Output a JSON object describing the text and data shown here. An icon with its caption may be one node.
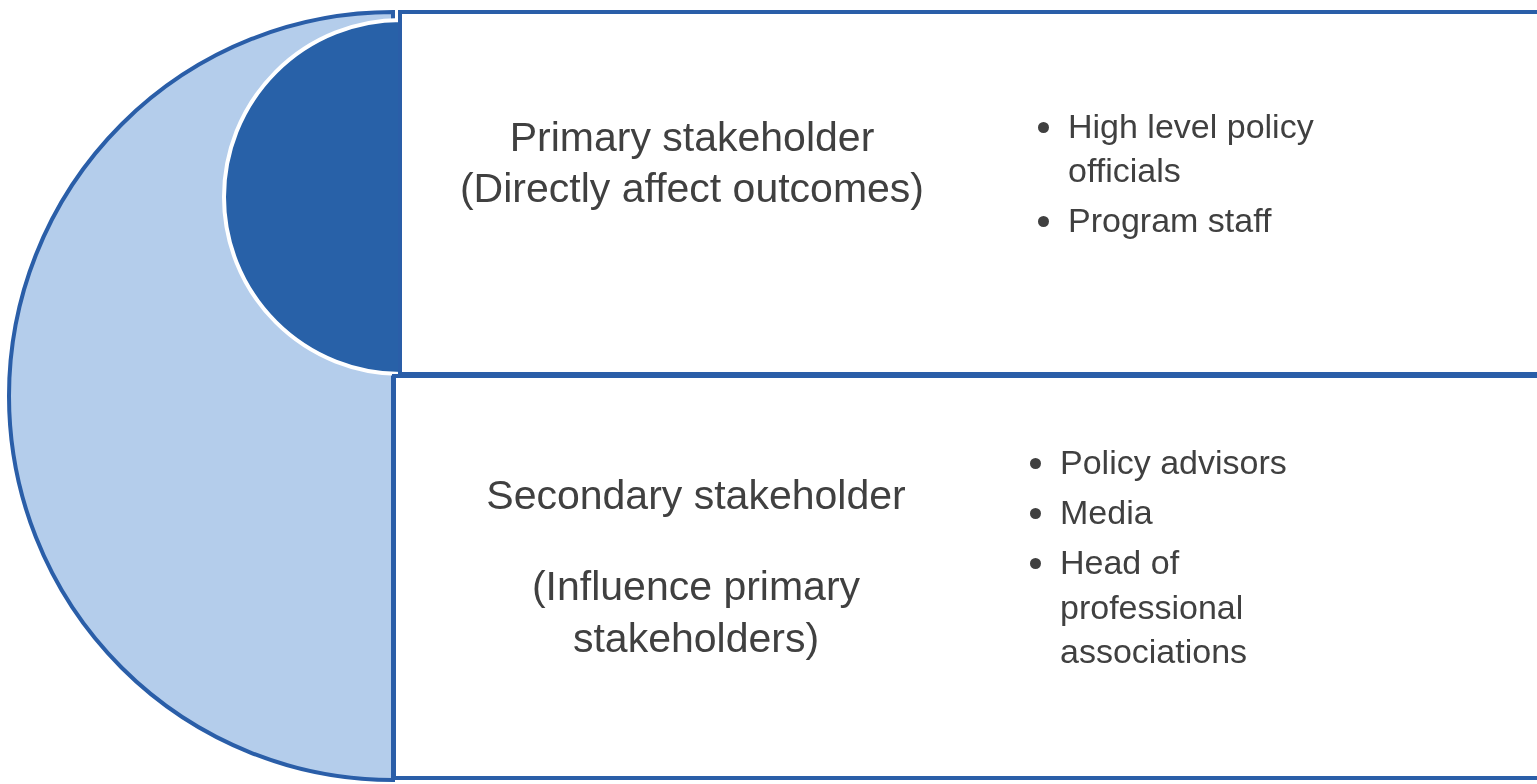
{
  "diagram": {
    "nodes": [
      {
        "text": [
          "Primary stakeholder (Directly affect outcomes)",
          "High level policy officials",
          "Program staff"
        ]
      },
      {
        "text": [
          "Secondary stakeholder",
          "(Influence primary stakeholders)",
          "Policy advisors",
          "Media",
          "Head of professional associations"
        ]
      }
    ]
  }
}
